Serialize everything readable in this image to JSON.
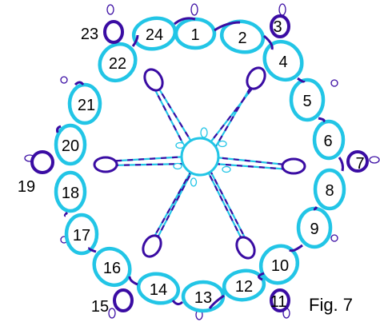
{
  "figure": {
    "caption": "Fig. 7",
    "colors": {
      "dark": "#3a0ca3",
      "light": "#22c5e6",
      "background": "#ffffff"
    }
  },
  "ring_numbers": [
    "1",
    "2",
    "3",
    "4",
    "5",
    "6",
    "7",
    "8",
    "9",
    "10",
    "11",
    "12",
    "13",
    "14",
    "15",
    "16",
    "17",
    "18",
    "19",
    "20",
    "21",
    "22",
    "23",
    "24"
  ]
}
